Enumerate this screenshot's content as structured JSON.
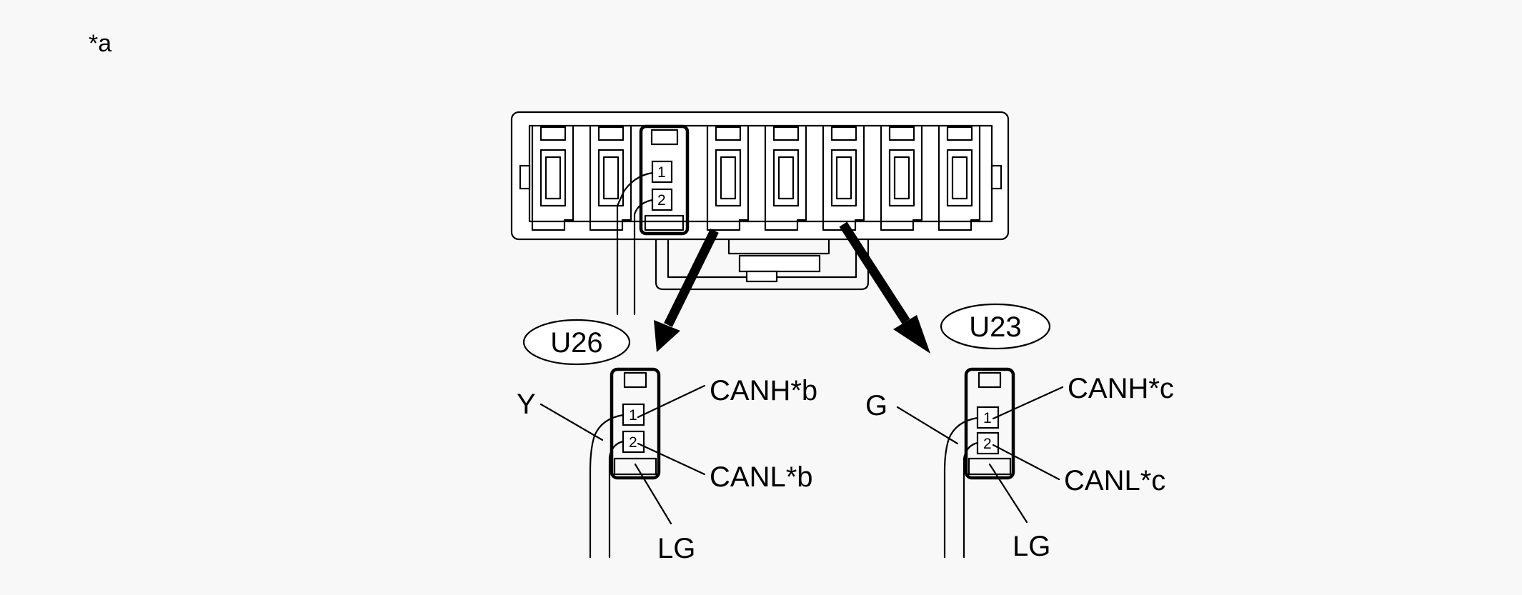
{
  "note": "*a",
  "main_connector": {
    "pin_1": "1",
    "pin_2": "2"
  },
  "connectors": [
    {
      "id": "U26",
      "pin_1": "1",
      "pin_2": "2",
      "wire_1_color": "Y",
      "wire_2_color": "LG",
      "pin_1_signal": "CANH*b",
      "pin_2_signal": "CANL*b"
    },
    {
      "id": "U23",
      "pin_1": "1",
      "pin_2": "2",
      "wire_1_color": "G",
      "wire_2_color": "LG",
      "pin_1_signal": "CANH*c",
      "pin_2_signal": "CANL*c"
    }
  ]
}
